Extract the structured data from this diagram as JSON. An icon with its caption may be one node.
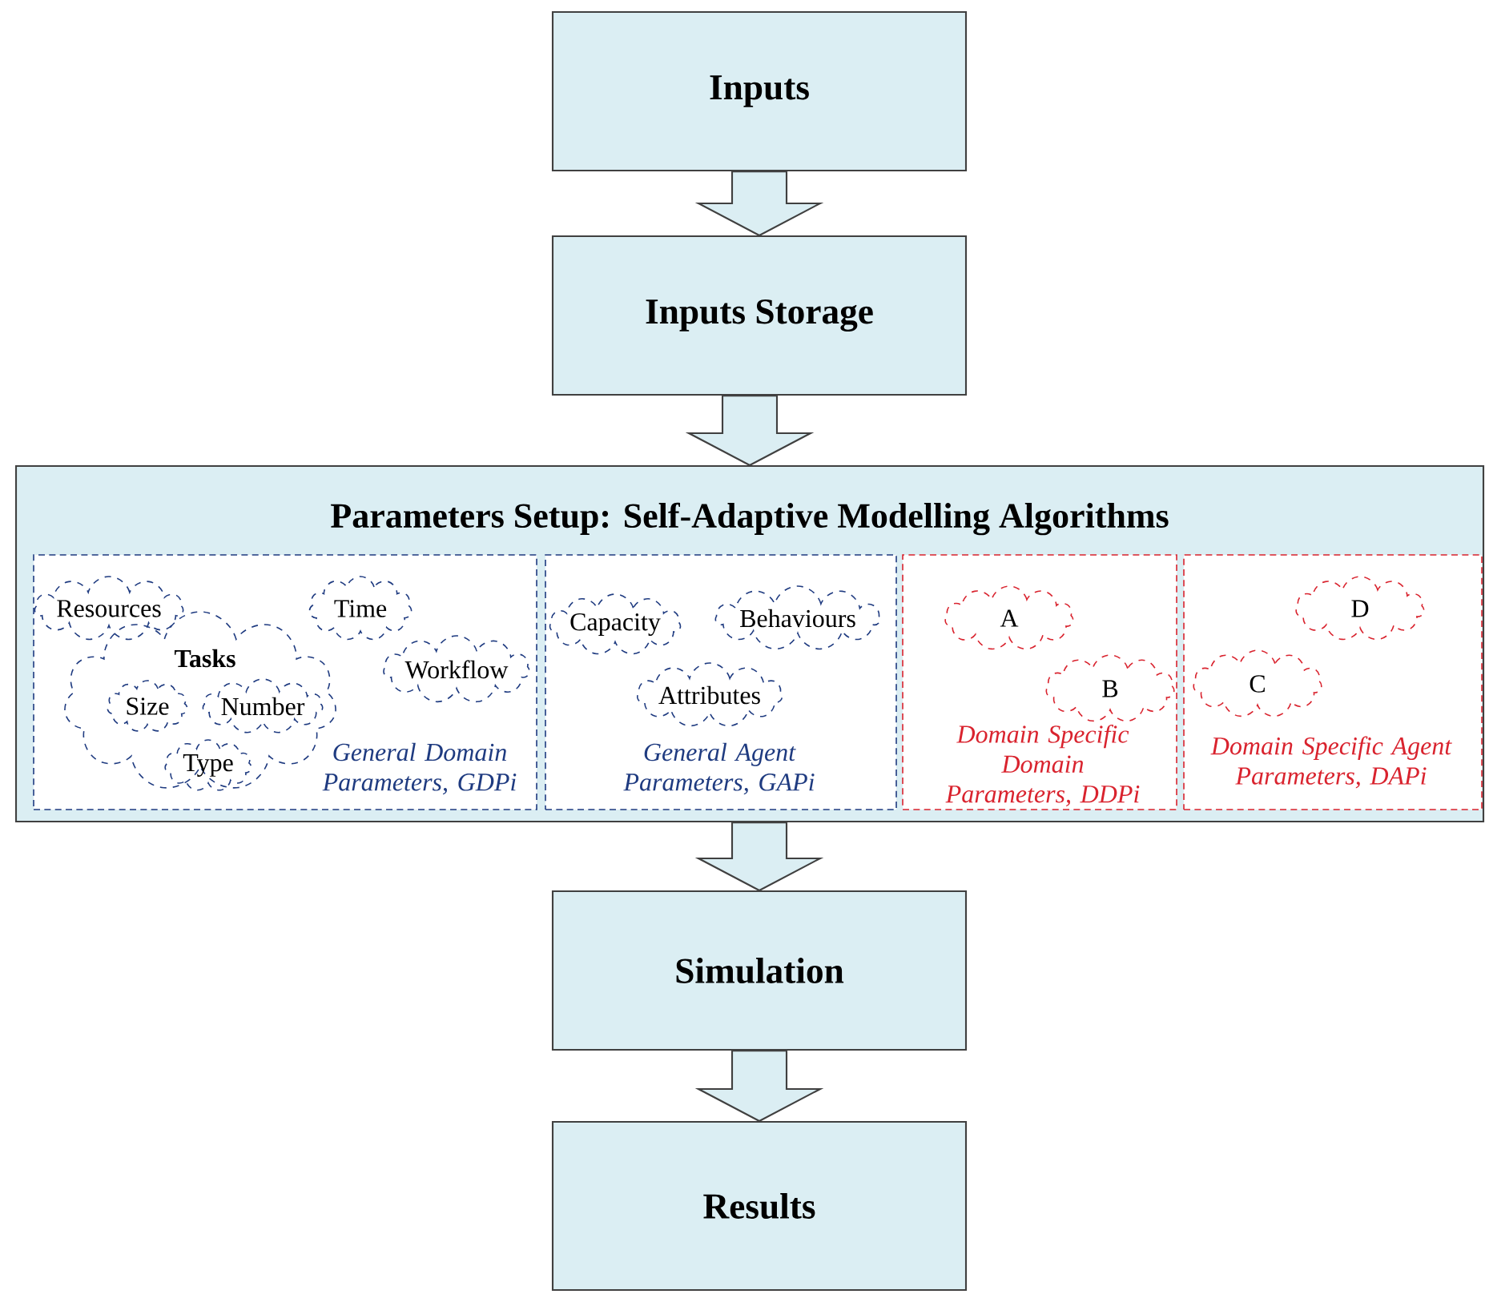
{
  "diagram": {
    "nodes": [
      {
        "text": [
          "Inputs"
        ]
      },
      {
        "text": [
          "Inputs Storage"
        ]
      },
      {
        "text": [
          "Parameters Setup: Self-Adaptive Modelling Algorithms"
        ]
      },
      {
        "text": [
          "General Domain Parameters, GDPi"
        ],
        "in": 2
      },
      {
        "text": [
          "Resources"
        ],
        "in": 3
      },
      {
        "text": [
          "Time"
        ],
        "in": 3
      },
      {
        "text": [
          "Tasks"
        ],
        "in": 3
      },
      {
        "text": [
          "Size"
        ],
        "in": 6
      },
      {
        "text": [
          "Number"
        ],
        "in": 6
      },
      {
        "text": [
          "Type"
        ],
        "in": 6
      },
      {
        "text": [
          "Workflow"
        ],
        "in": 3
      },
      {
        "text": [
          "General Agent Parameters, GAPi"
        ],
        "in": 2
      },
      {
        "text": [
          "Capacity"
        ],
        "in": 11
      },
      {
        "text": [
          "Behaviours"
        ],
        "in": 11
      },
      {
        "text": [
          "Attributes"
        ],
        "in": 11
      },
      {
        "text": [
          "Domain Specific Domain Parameters, DDPi"
        ],
        "in": 2
      },
      {
        "text": [
          "A"
        ],
        "in": 15
      },
      {
        "text": [
          "B"
        ],
        "in": 15
      },
      {
        "text": [
          "Domain Specific Agent Parameters, DAPi"
        ],
        "in": 2
      },
      {
        "text": [
          "D"
        ],
        "in": 18
      },
      {
        "text": [
          "C"
        ],
        "in": 18
      },
      {
        "text": [
          "Simulation"
        ]
      },
      {
        "text": [
          "Results"
        ]
      }
    ],
    "edges": [
      {
        "from": 0,
        "to": 1,
        "arrow": "to"
      },
      {
        "from": 1,
        "to": 2,
        "arrow": "to"
      },
      {
        "from": 2,
        "to": 21,
        "arrow": "to"
      },
      {
        "from": 21,
        "to": 22,
        "arrow": "to"
      }
    ]
  }
}
